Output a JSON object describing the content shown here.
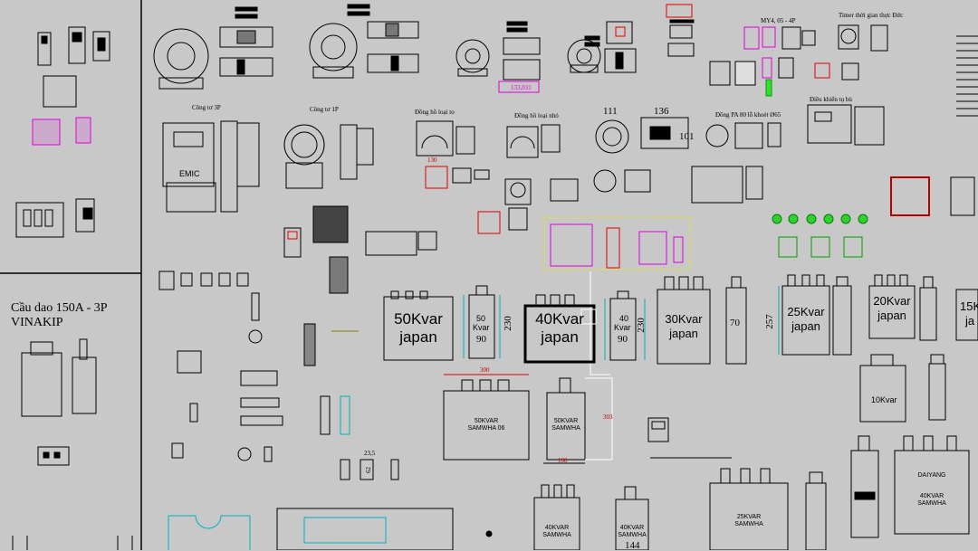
{
  "labels": {
    "cau_dao_line1": "Cầu dao 150A - 3P",
    "cau_dao_line2": "VINAKIP",
    "cong_to_3p": "Công tơ 3P",
    "cong_to_1p": "Công tơ 1P",
    "emic": "EMIC",
    "dong_ho_loai_to": "Đồng hồ loại to",
    "dong_ho_loai_nho": "Đồng hồ loại nhỏ",
    "dong_ho_pa": "Đồng PA 80 lỗ khoét Ø65",
    "dim_111": "111",
    "dim_136": "136",
    "dim_101": "101",
    "dim_130": "130",
    "dim_133_031": "133,031",
    "my4": "MY4, 05 - 4P",
    "timer_title": "Timer thời gian thực Đức",
    "dieu_khien_tu_bu": "Điều khiển tụ bù",
    "kvar50_line1": "50Kvar",
    "kvar50_line2": "japan",
    "kvar40_line1": "40Kvar",
    "kvar40_line2": "japan",
    "kvar30_line1": "30Kvar",
    "kvar30_line2": "japan",
    "kvar25_line1": "25Kvar",
    "kvar25_line2": "japan",
    "kvar20_line1": "20Kvar",
    "kvar20_line2": "japan",
    "kvar15_line1": "15K",
    "kvar15_line2": "ja",
    "k50_small_1": "50",
    "k50_small_2": "Kvar",
    "dim_90a": "90",
    "dim_230a": "230",
    "k40_small_1": "40",
    "k40_small_2": "Kvar",
    "dim_90b": "90",
    "dim_230b": "230",
    "dim_70": "70",
    "dim_257": "257",
    "kvar10": "10Kvar",
    "dim_300": "300",
    "dim_303": "303",
    "dim_160": "160",
    "samwha50a_1": "50KVAR",
    "samwha50a_2": "SAMWHA 06",
    "samwha50b_1": "50KVAR",
    "samwha50b_2": "SAMWHA",
    "samwha40a_1": "40KVAR",
    "samwha40a_2": "SAMWHA",
    "samwha40b_1": "40KVAR",
    "samwha40b_2": "SAMWHA",
    "samwha25_1": "25KVAR",
    "samwha25_2": "SAMWHA",
    "daiyang_1": "DAIYANG",
    "daiyang_2": "40KVAR",
    "daiyang_3": "SAMWHA",
    "dim_144": "144",
    "dim_23_5": "23,5",
    "dim_62": "62"
  }
}
